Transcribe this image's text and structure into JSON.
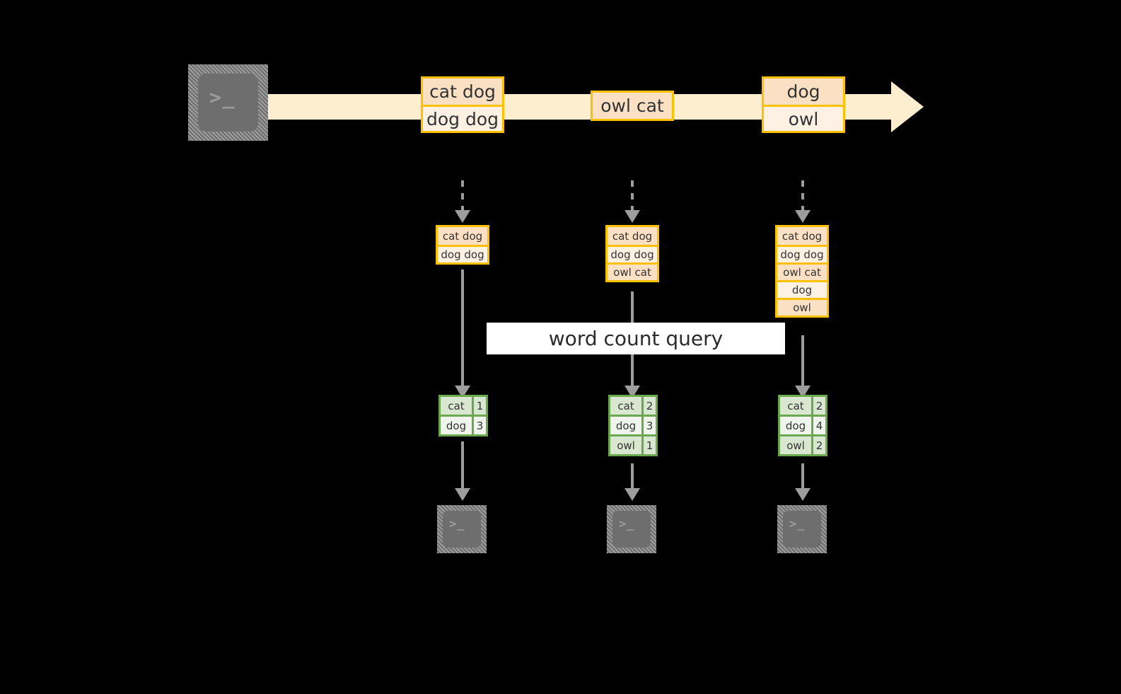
{
  "diagram": {
    "stream": {
      "source_icon": "terminal-icon",
      "source_prompt": ">_",
      "events": [
        {
          "lines": [
            "cat dog",
            "dog dog"
          ]
        },
        {
          "lines": [
            "owl cat"
          ]
        },
        {
          "lines": [
            "dog",
            "owl"
          ]
        }
      ]
    },
    "snapshots": [
      {
        "lines": [
          "cat dog",
          "dog dog"
        ]
      },
      {
        "lines": [
          "cat dog",
          "dog dog",
          "owl cat"
        ]
      },
      {
        "lines": [
          "cat dog",
          "dog dog",
          "owl cat",
          "dog",
          "owl"
        ]
      }
    ],
    "query_label": "word count query",
    "results": [
      {
        "rows": [
          {
            "word": "cat",
            "count": "1"
          },
          {
            "word": "dog",
            "count": "3"
          }
        ]
      },
      {
        "rows": [
          {
            "word": "cat",
            "count": "2"
          },
          {
            "word": "dog",
            "count": "3"
          },
          {
            "word": "owl",
            "count": "1"
          }
        ]
      },
      {
        "rows": [
          {
            "word": "cat",
            "count": "2"
          },
          {
            "word": "dog",
            "count": "4"
          },
          {
            "word": "owl",
            "count": "2"
          }
        ]
      }
    ],
    "sinks": [
      {
        "icon": "terminal-icon",
        "prompt": ">_"
      },
      {
        "icon": "terminal-icon",
        "prompt": ">_"
      },
      {
        "icon": "terminal-icon",
        "prompt": ">_"
      }
    ],
    "colors": {
      "background": "#000000",
      "stream_band": "#fdeecf",
      "record_border": "#ffc000",
      "record_fill_light": "#fdf1e4",
      "record_fill_dark": "#fce0c4",
      "table_border": "#6aa84f",
      "table_fill_light": "#eff4ec",
      "table_fill_dark": "#d9e6d0",
      "connector": "#9d9d9d",
      "label_background": "#ffffff",
      "terminal_face": "#6e6e6e"
    }
  }
}
